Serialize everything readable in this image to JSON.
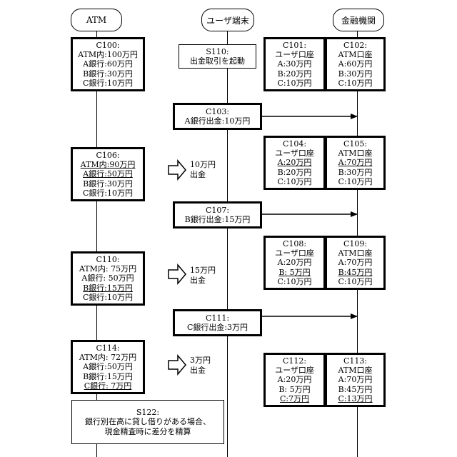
{
  "headers": {
    "atm": "ATM",
    "terminal": "ユーザ端末",
    "bank": "金融機関"
  },
  "s110": {
    "id": "S110:",
    "text": "出金取引を起動"
  },
  "c100": {
    "id": "C100:",
    "l1": "ATM内:100万円",
    "l2": "A銀行:60万円",
    "l3": "B銀行:30万円",
    "l4": "C銀行:10万円"
  },
  "c101": {
    "id": "C101:",
    "title": "ユーザ口座",
    "l1": "A:30万円",
    "l2": "B:20万円",
    "l3": "C:10万円"
  },
  "c102": {
    "id": "C102:",
    "title": "ATM口座",
    "l1": "A:60万円",
    "l2": "B:30万円",
    "l3": "C:10万円"
  },
  "c103": {
    "id": "C103:",
    "text": "A銀行出金:10万円"
  },
  "c104": {
    "id": "C104:",
    "title": "ユーザ口座",
    "l1": "A:20万円",
    "l2": "B:20万円",
    "l3": "C:10万円"
  },
  "c105": {
    "id": "C105:",
    "title": "ATM口座",
    "l1": "A:70万円",
    "l2": "B:30万円",
    "l3": "C:10万円"
  },
  "c106": {
    "id": "C106:",
    "l1": "ATM内:90万円",
    "l2": "A銀行:50万円",
    "l3": "B銀行:30万円",
    "l4": "C銀行:10万円"
  },
  "out1": {
    "amount": "10万円",
    "label": "出金"
  },
  "c107": {
    "id": "C107:",
    "text": "B銀行出金:15万円"
  },
  "c108": {
    "id": "C108:",
    "title": "ユーザ口座",
    "l1": "A:20万円",
    "l2": "B: 5万円",
    "l3": "C:10万円"
  },
  "c109": {
    "id": "C109:",
    "title": "ATM口座",
    "l1": "A:70万円",
    "l2": "B:45万円",
    "l3": "C:10万円"
  },
  "c110": {
    "id": "C110:",
    "l1": "ATM内: 75万円",
    "l2": "A銀行: 50万円",
    "l3": "B銀行:15万円",
    "l4": "C銀行:10万円"
  },
  "out2": {
    "amount": "15万円",
    "label": "出金"
  },
  "c111": {
    "id": "C111:",
    "text": "C銀行出金:3万円"
  },
  "c112": {
    "id": "C112:",
    "title": "ユーザ口座",
    "l1": "A:20万円",
    "l2": "B: 5万円",
    "l3": "C:7万円"
  },
  "c113": {
    "id": "C113:",
    "title": "ATM口座",
    "l1": "A:70万円",
    "l2": "B:45万円",
    "l3": "C:13万円"
  },
  "c114": {
    "id": "C114:",
    "l1": "ATM内: 72万円",
    "l2": "A銀行:50万円",
    "l3": "B銀行:15万円",
    "l4": "C銀行: 7万円"
  },
  "out3": {
    "amount": "3万円",
    "label": "出金"
  },
  "s122": {
    "id": "S122:",
    "l1": "銀行別在高に貸し借りがある場合、",
    "l2": "現金精査時に差分を精算"
  }
}
